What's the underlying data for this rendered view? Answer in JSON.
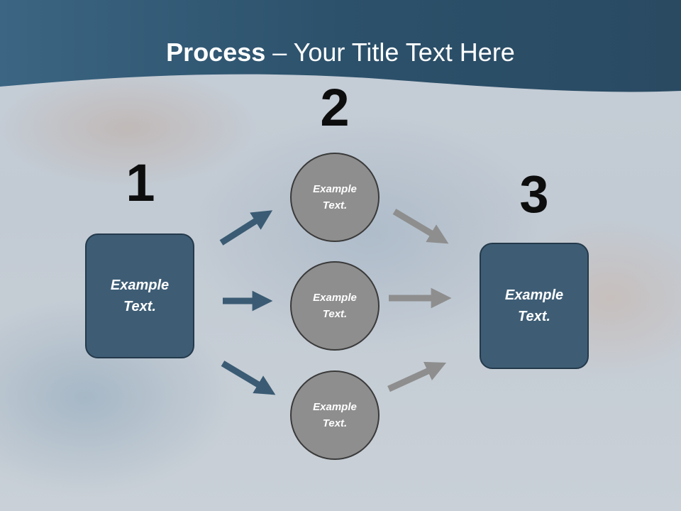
{
  "title": {
    "bold": "Process",
    "rest": " – Your Title Text Here"
  },
  "steps": [
    {
      "number": "1",
      "text": "Example Text."
    },
    {
      "number": "2",
      "text": "Example Text."
    },
    {
      "number": "3",
      "text": "Example Text."
    }
  ],
  "circles": [
    {
      "text": "Example Text."
    },
    {
      "text": "Example Text."
    },
    {
      "text": "Example Text."
    }
  ],
  "colors": {
    "header": "#2f566f",
    "box": "#3e5d75",
    "box_border": "#243a4b",
    "circle": "#8e8e8e",
    "arrow_blue": "#3a5b73",
    "arrow_gray": "#8e8e8e"
  }
}
